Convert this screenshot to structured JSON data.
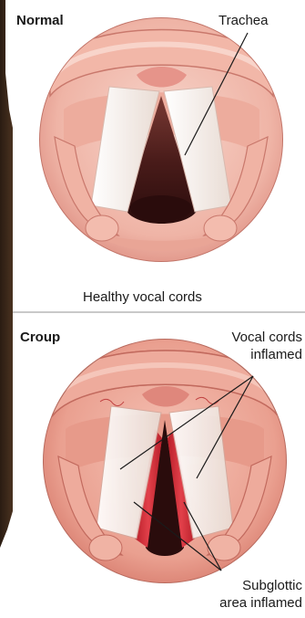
{
  "normal": {
    "title": "Normal",
    "trachea_label": "Trachea",
    "caption": "Healthy vocal cords"
  },
  "croup": {
    "title": "Croup",
    "vocal_cords_label_line1": "Vocal cords",
    "vocal_cords_label_line2": "inflamed",
    "subglottic_label_line1": "Subglottic",
    "subglottic_label_line2": "area inflamed"
  },
  "colors": {
    "tissue_light": "#f4c9bd",
    "tissue_mid": "#e89a8c",
    "tissue_dark": "#c9645a",
    "cord_white": "#f3ece6",
    "airway_dark": "#3a1414",
    "inflamed_red": "#d8323a",
    "frame_grey": "#c9c9c9"
  }
}
